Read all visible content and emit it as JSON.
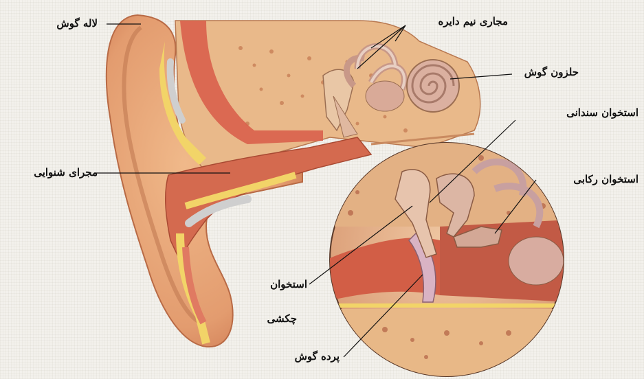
{
  "labels": {
    "pinna": "لاله گوش",
    "semicircular_canals": "مجاری نیم دایره",
    "cochlea": "حلزون گوش",
    "incus": "استخوان سندانی",
    "stapes": "استخوان رکابی",
    "ear_canal": "مجرای شنوایی",
    "malleus_line1": "استخوان",
    "malleus_line2": "چکشی",
    "eardrum": "پرده گوش"
  },
  "colors": {
    "skin": "#e7a77a",
    "skin_dark": "#c97a55",
    "canal": "#d8674d",
    "fat": "#f2d468",
    "bone": "#e9c7a6",
    "background": "#f3f1ec"
  }
}
